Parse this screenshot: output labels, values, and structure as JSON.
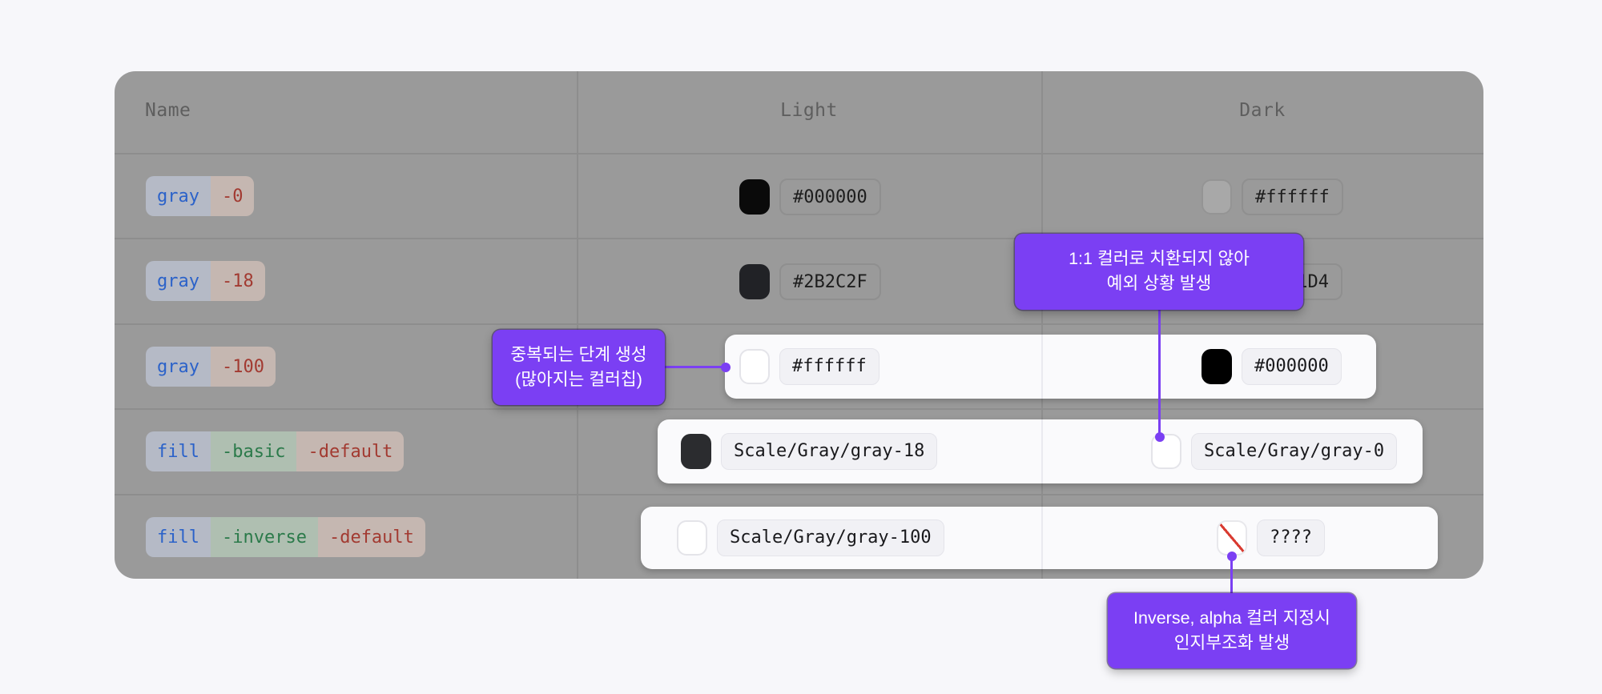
{
  "page": {
    "background": "#F7F7FA"
  },
  "table": {
    "headers": {
      "name": "Name",
      "light": "Light",
      "dark": "Dark"
    },
    "rows": [
      {
        "chips": [
          {
            "text": "gray",
            "kind": "base"
          },
          {
            "text": "-0",
            "kind": "variant-red"
          }
        ],
        "light": {
          "swatch": "#000000",
          "value": "#000000"
        },
        "dark": {
          "swatch": "#ffffff",
          "value": "#ffffff"
        },
        "state": "dimmed"
      },
      {
        "chips": [
          {
            "text": "gray",
            "kind": "base"
          },
          {
            "text": "-18",
            "kind": "variant-red"
          }
        ],
        "light": {
          "swatch": "#2B2C2F",
          "value": "#2B2C2F"
        },
        "dark": {
          "swatch": "",
          "value_visible": "1D4",
          "obscured_by": "tooltip-1"
        },
        "state": "dimmed"
      },
      {
        "chips": [
          {
            "text": "gray",
            "kind": "base"
          },
          {
            "text": "-100",
            "kind": "variant-red"
          }
        ],
        "light": {
          "swatch": "#ffffff",
          "value": "#ffffff"
        },
        "dark": {
          "swatch": "#000000",
          "value": "#000000"
        },
        "state": "highlighted"
      },
      {
        "chips": [
          {
            "text": "fill",
            "kind": "base"
          },
          {
            "text": "-basic",
            "kind": "variant-green"
          },
          {
            "text": "-default",
            "kind": "variant-red"
          }
        ],
        "light": {
          "swatch": "#2B2C2F",
          "value": "Scale/Gray/gray-18"
        },
        "dark": {
          "swatch": "#ffffff",
          "value": "Scale/Gray/gray-0"
        },
        "state": "highlighted"
      },
      {
        "chips": [
          {
            "text": "fill",
            "kind": "base"
          },
          {
            "text": "-inverse",
            "kind": "variant-green"
          },
          {
            "text": "-default",
            "kind": "variant-red"
          }
        ],
        "light": {
          "swatch": "#ffffff",
          "value": "Scale/Gray/gray-100"
        },
        "dark": {
          "swatch": "none-red-slash",
          "value": "????"
        },
        "state": "highlighted"
      }
    ]
  },
  "annotations": [
    {
      "id": "tooltip-1",
      "lines": [
        "1:1 컬러로 치환되지 않아",
        "예외 상황 발생"
      ],
      "points_to": "row-4-dark-swatch"
    },
    {
      "id": "tooltip-2",
      "lines": [
        "중복되는 단계 생성",
        "(많아지는 컬러칩)"
      ],
      "points_to": "row-3-highlight-card"
    },
    {
      "id": "tooltip-3",
      "lines": [
        "Inverse, alpha 컬러 지정시",
        "인지부조화 발생"
      ],
      "points_to": "row-5-dark-swatch"
    }
  ],
  "colors": {
    "annotation_purple": "#7B3FF3",
    "dim_overlay_gray": "#9A9A9A",
    "card_background": "#FAFAFC",
    "pill_background": "#F1F1F5",
    "token_blue": "#2B62C9",
    "token_green": "#2B7A4A",
    "token_red": "#A23A31",
    "slash_red": "#D93B31",
    "gray_18_swatch": "#2B2C2F"
  }
}
